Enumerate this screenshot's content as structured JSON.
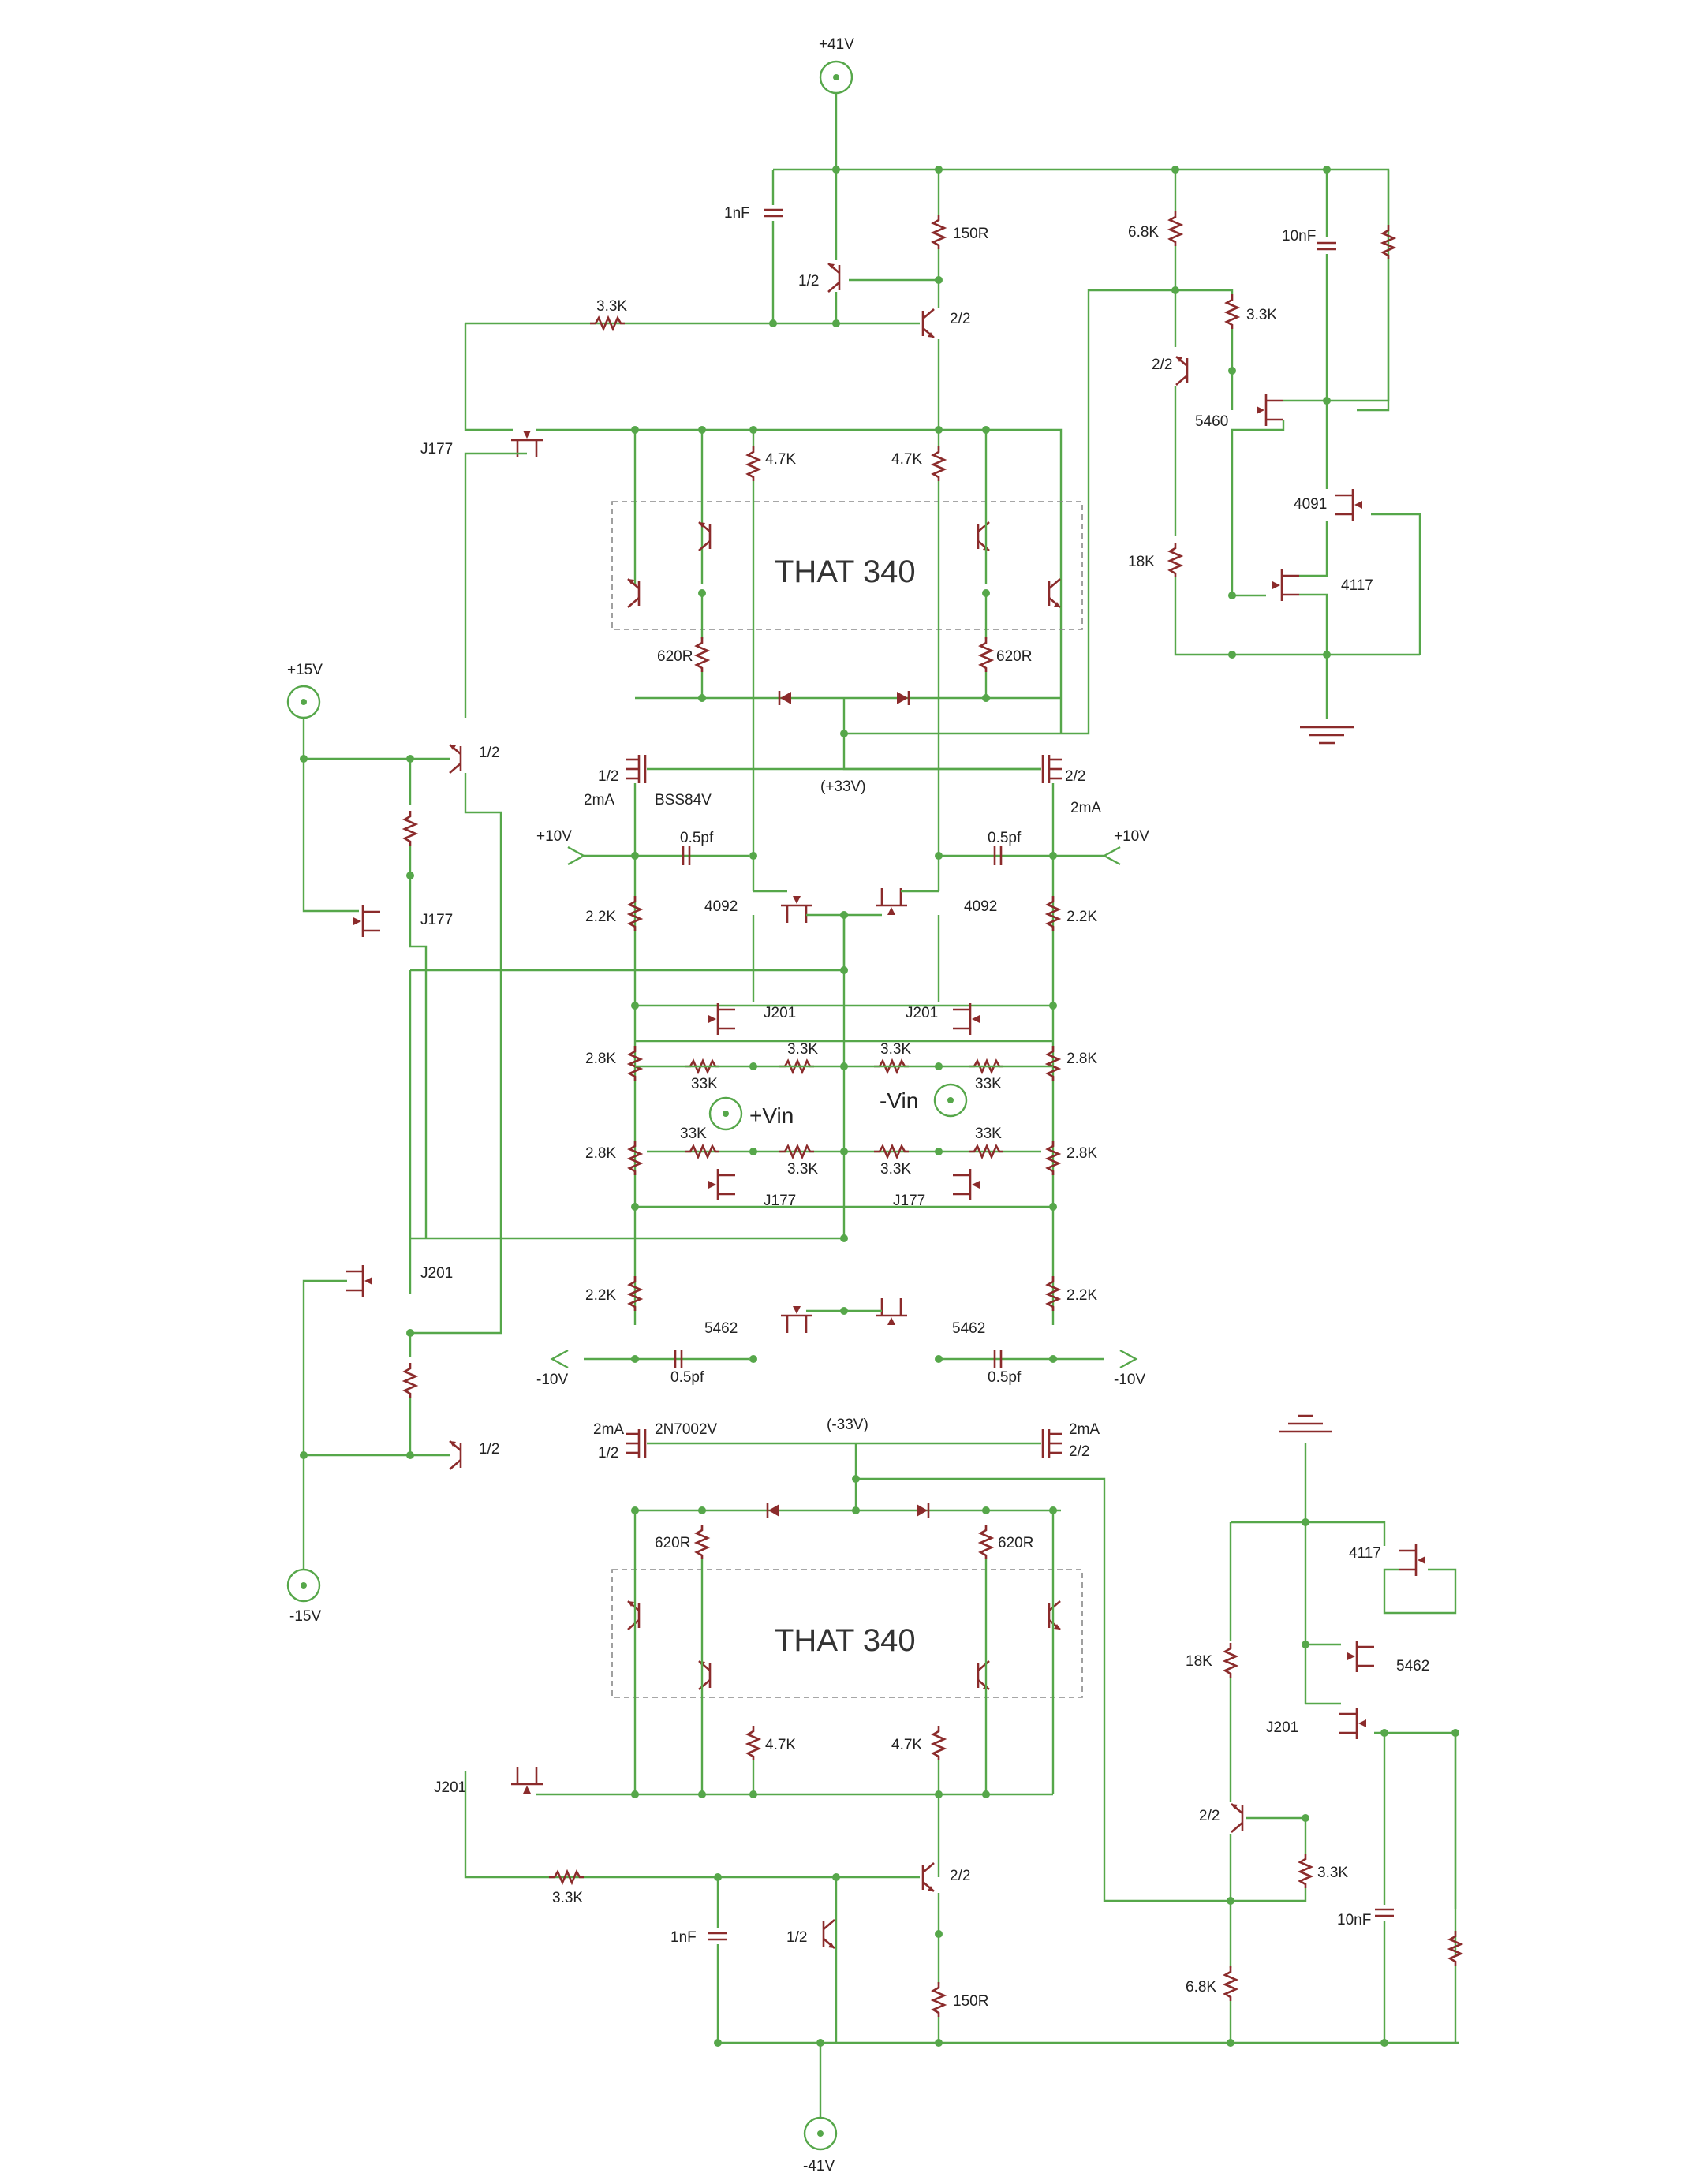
{
  "colors": {
    "wire": "#56a74a",
    "component": "#8b2b2b",
    "text": "#222222",
    "box": "#888888"
  },
  "supplies": {
    "pos41": "+41V",
    "neg41": "-41V",
    "pos15": "+15V",
    "neg15": "-15V",
    "pos10": "+10V",
    "neg10": "-10V",
    "pos33": "(+33V)",
    "neg33": "(-33V)"
  },
  "inputs": {
    "plus": "+Vin",
    "minus": "-Vin"
  },
  "ics": {
    "top": "THAT 340",
    "bottom": "THAT 340"
  },
  "labels": {
    "r_3k3": "3.3K",
    "r_4k7": "4.7K",
    "r_150": "150R",
    "r_620": "620R",
    "r_6k8": "6.8K",
    "r_18k": "18K",
    "r_2k2": "2.2K",
    "r_2k8": "2.8K",
    "r_33k": "33K",
    "c_1n": "1nF",
    "c_10n": "10nF",
    "c_05p": "0.5pf",
    "q_half": "1/2",
    "q_twohalf": "2/2",
    "j177": "J177",
    "j201": "J201",
    "p4092": "4092",
    "p5462": "5462",
    "p5460": "5460",
    "p4091": "4091",
    "p4117": "4117",
    "bss84v": "BSS84V",
    "n2n7002v": "2N7002V",
    "i2ma": "2mA"
  }
}
